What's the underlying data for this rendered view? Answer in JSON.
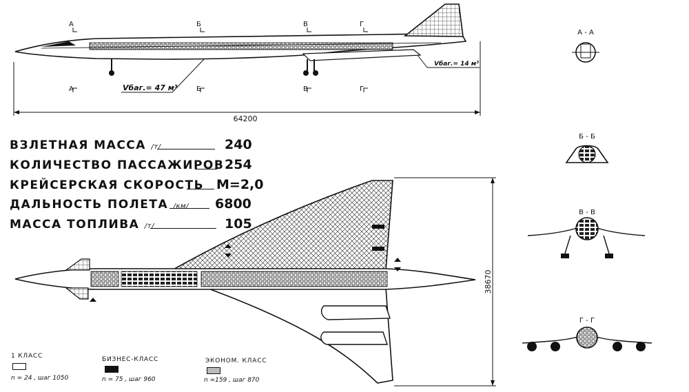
{
  "side_view": {
    "section_markers": [
      "А",
      "Б",
      "В",
      "Г"
    ],
    "cargo_volume_main": "Vбаг.= 47 м³",
    "cargo_volume_rear": "Vбаг.= 14 м³",
    "length_dimension": "64200"
  },
  "plan_view": {
    "span_dimension": "38670"
  },
  "specifications": [
    {
      "label": "ВЗЛЕТНАЯ МАССА",
      "unit": "/т/",
      "value": "240"
    },
    {
      "label": "КОЛИЧЕСТВО ПАССАЖИРОВ",
      "unit": "",
      "value": "254"
    },
    {
      "label": "КРЕЙСЕРСКАЯ СКОРОСТЬ",
      "unit": "",
      "value": "М=2,0"
    },
    {
      "label": "ДАЛЬНОСТЬ ПОЛЕТА",
      "unit": "/км/",
      "value": "6800"
    },
    {
      "label": "МАССА ТОПЛИВА",
      "unit": "/т/",
      "value": "105"
    }
  ],
  "cross_sections": [
    {
      "label": "А - А"
    },
    {
      "label": "Б - Б"
    },
    {
      "label": "В - В"
    },
    {
      "label": "Г - Г"
    }
  ],
  "legend": [
    {
      "label": "1 КЛАСС",
      "detail": "n = 24 , шаг 1050",
      "fill": "#ffffff"
    },
    {
      "label": "БИЗНЕС-КЛАСС",
      "detail": "n = 75 , шаг 960",
      "fill": "#111111"
    },
    {
      "label": "ЭКОНОМ. КЛАСС",
      "detail": "n =159 , шаг 870",
      "fill": "#bbbbbb"
    }
  ]
}
